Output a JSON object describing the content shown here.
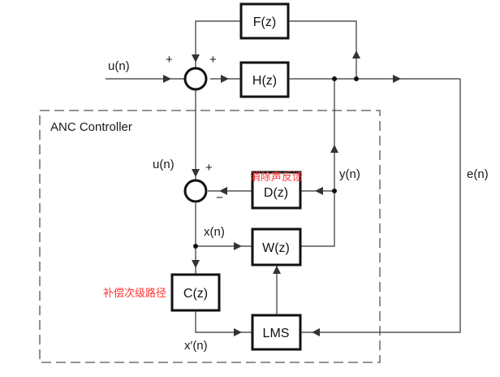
{
  "diagram": {
    "controller_label": "ANC Controller",
    "blocks": {
      "F": "F(z)",
      "H": "H(z)",
      "D": "D(z)",
      "W": "W(z)",
      "C": "C(z)",
      "LMS": "LMS"
    },
    "signals": {
      "u_input": "u(n)",
      "u_inner": "u(n)",
      "x": "x(n)",
      "x_prime": "x′(n)",
      "y": "y(n)",
      "e": "e(n)"
    },
    "signs": {
      "top_left": "+",
      "top_right": "+",
      "inner_plus": "+",
      "inner_minus": "−"
    },
    "annotations": {
      "feedback_cancel": "消除声反馈",
      "secondary_path_comp": "补偿次级路径"
    },
    "colors": {
      "annotation": "#ff3333"
    }
  }
}
